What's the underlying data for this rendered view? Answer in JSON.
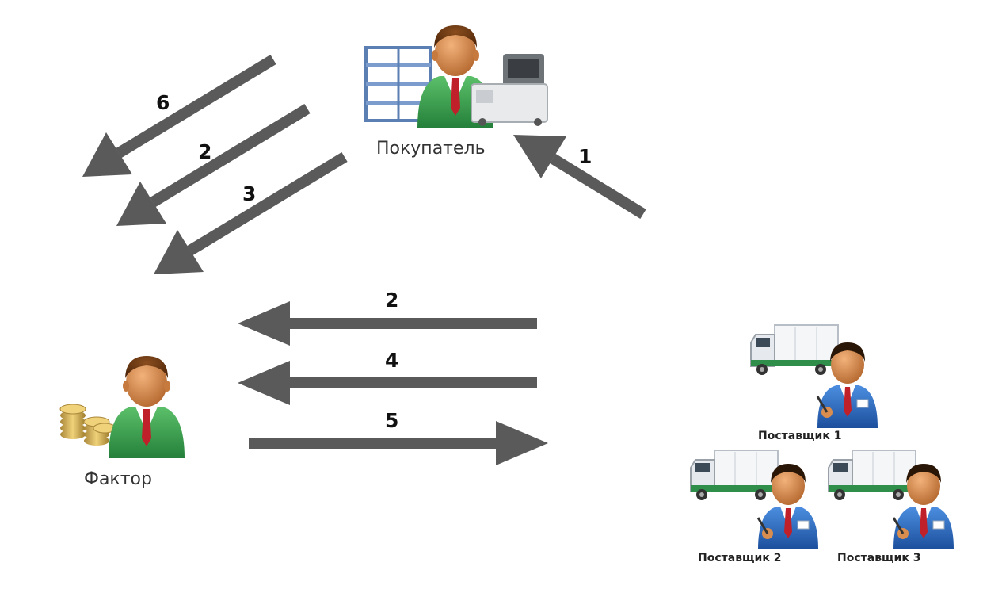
{
  "actors": {
    "buyer": {
      "label": "Покупатель"
    },
    "factor": {
      "label": "Фактор"
    },
    "suppliers": [
      {
        "label": "Поставщик 1"
      },
      {
        "label": "Поставщик 2"
      },
      {
        "label": "Поставщик 3"
      }
    ]
  },
  "steps": {
    "buyer_from_supplier": "1",
    "buyer_to_factor_a": "6",
    "buyer_to_factor_b": "2",
    "buyer_to_factor_c": "3",
    "supplier_to_factor_a": "2",
    "supplier_to_factor_b": "4",
    "factor_to_supplier": "5"
  },
  "colors": {
    "arrow": "#5a5a5a",
    "green_suit": "#3a9a4a",
    "blue_suit": "#2e6cc0",
    "skin": "#d98d4e",
    "hair": "#6b3a14",
    "tie": "#c0202a",
    "gold": "#d6b24a"
  },
  "icons": [
    "buyer-person-icon",
    "warehouse-rack-icon",
    "machine-icon",
    "factor-person-icon",
    "coins-icon",
    "truck-icon",
    "supplier-person-icon"
  ]
}
